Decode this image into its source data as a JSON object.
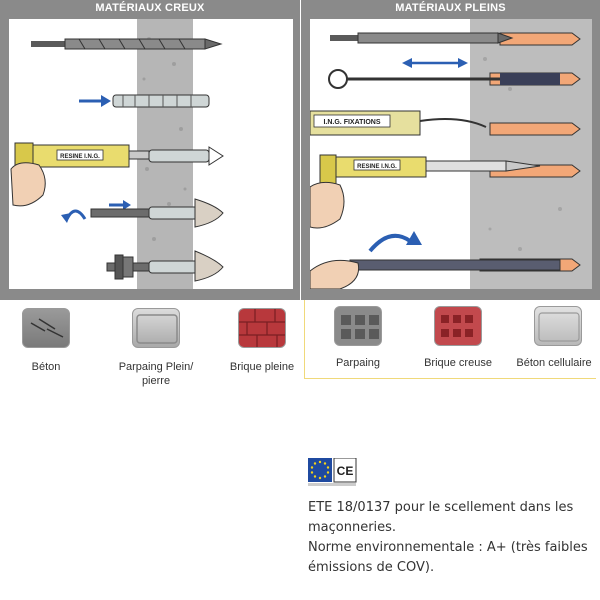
{
  "panels": {
    "left_title": "MATÉRIAUX CREUX",
    "right_title": "MATÉRIAUX PLEINS",
    "left_gun_label": "RESINE I.N.G.",
    "right_gun_label": "RESINE I.N.G.",
    "right_box_label": "I.N.G. FIXATIONS"
  },
  "materials_hollow": [
    {
      "label": "Béton",
      "icon": "concrete-icon"
    },
    {
      "label": "Parpaing Plein/ pierre",
      "icon": "solid-block-icon"
    },
    {
      "label": "Brique pleine",
      "icon": "solid-brick-icon"
    }
  ],
  "materials_solid": [
    {
      "label": "Parpaing",
      "icon": "hollow-block-icon"
    },
    {
      "label": "Brique creuse",
      "icon": "hollow-brick-icon"
    },
    {
      "label": "Béton cellulaire",
      "icon": "cellular-concrete-icon"
    }
  ],
  "certification": {
    "line1": "ETE 18/0137 pour le scellement dans les",
    "line2": "maçonneries.",
    "line3": "Norme environnementale : A+ (très faibles",
    "line4": "émissions de COV).",
    "ce_mark": "CE"
  },
  "colors": {
    "panel_bg": "#8a8a8a",
    "wall": "#b4b4b4",
    "brick": "#b8383c",
    "arrow": "#2b5fb3",
    "accent_line": "#f0d97a"
  }
}
